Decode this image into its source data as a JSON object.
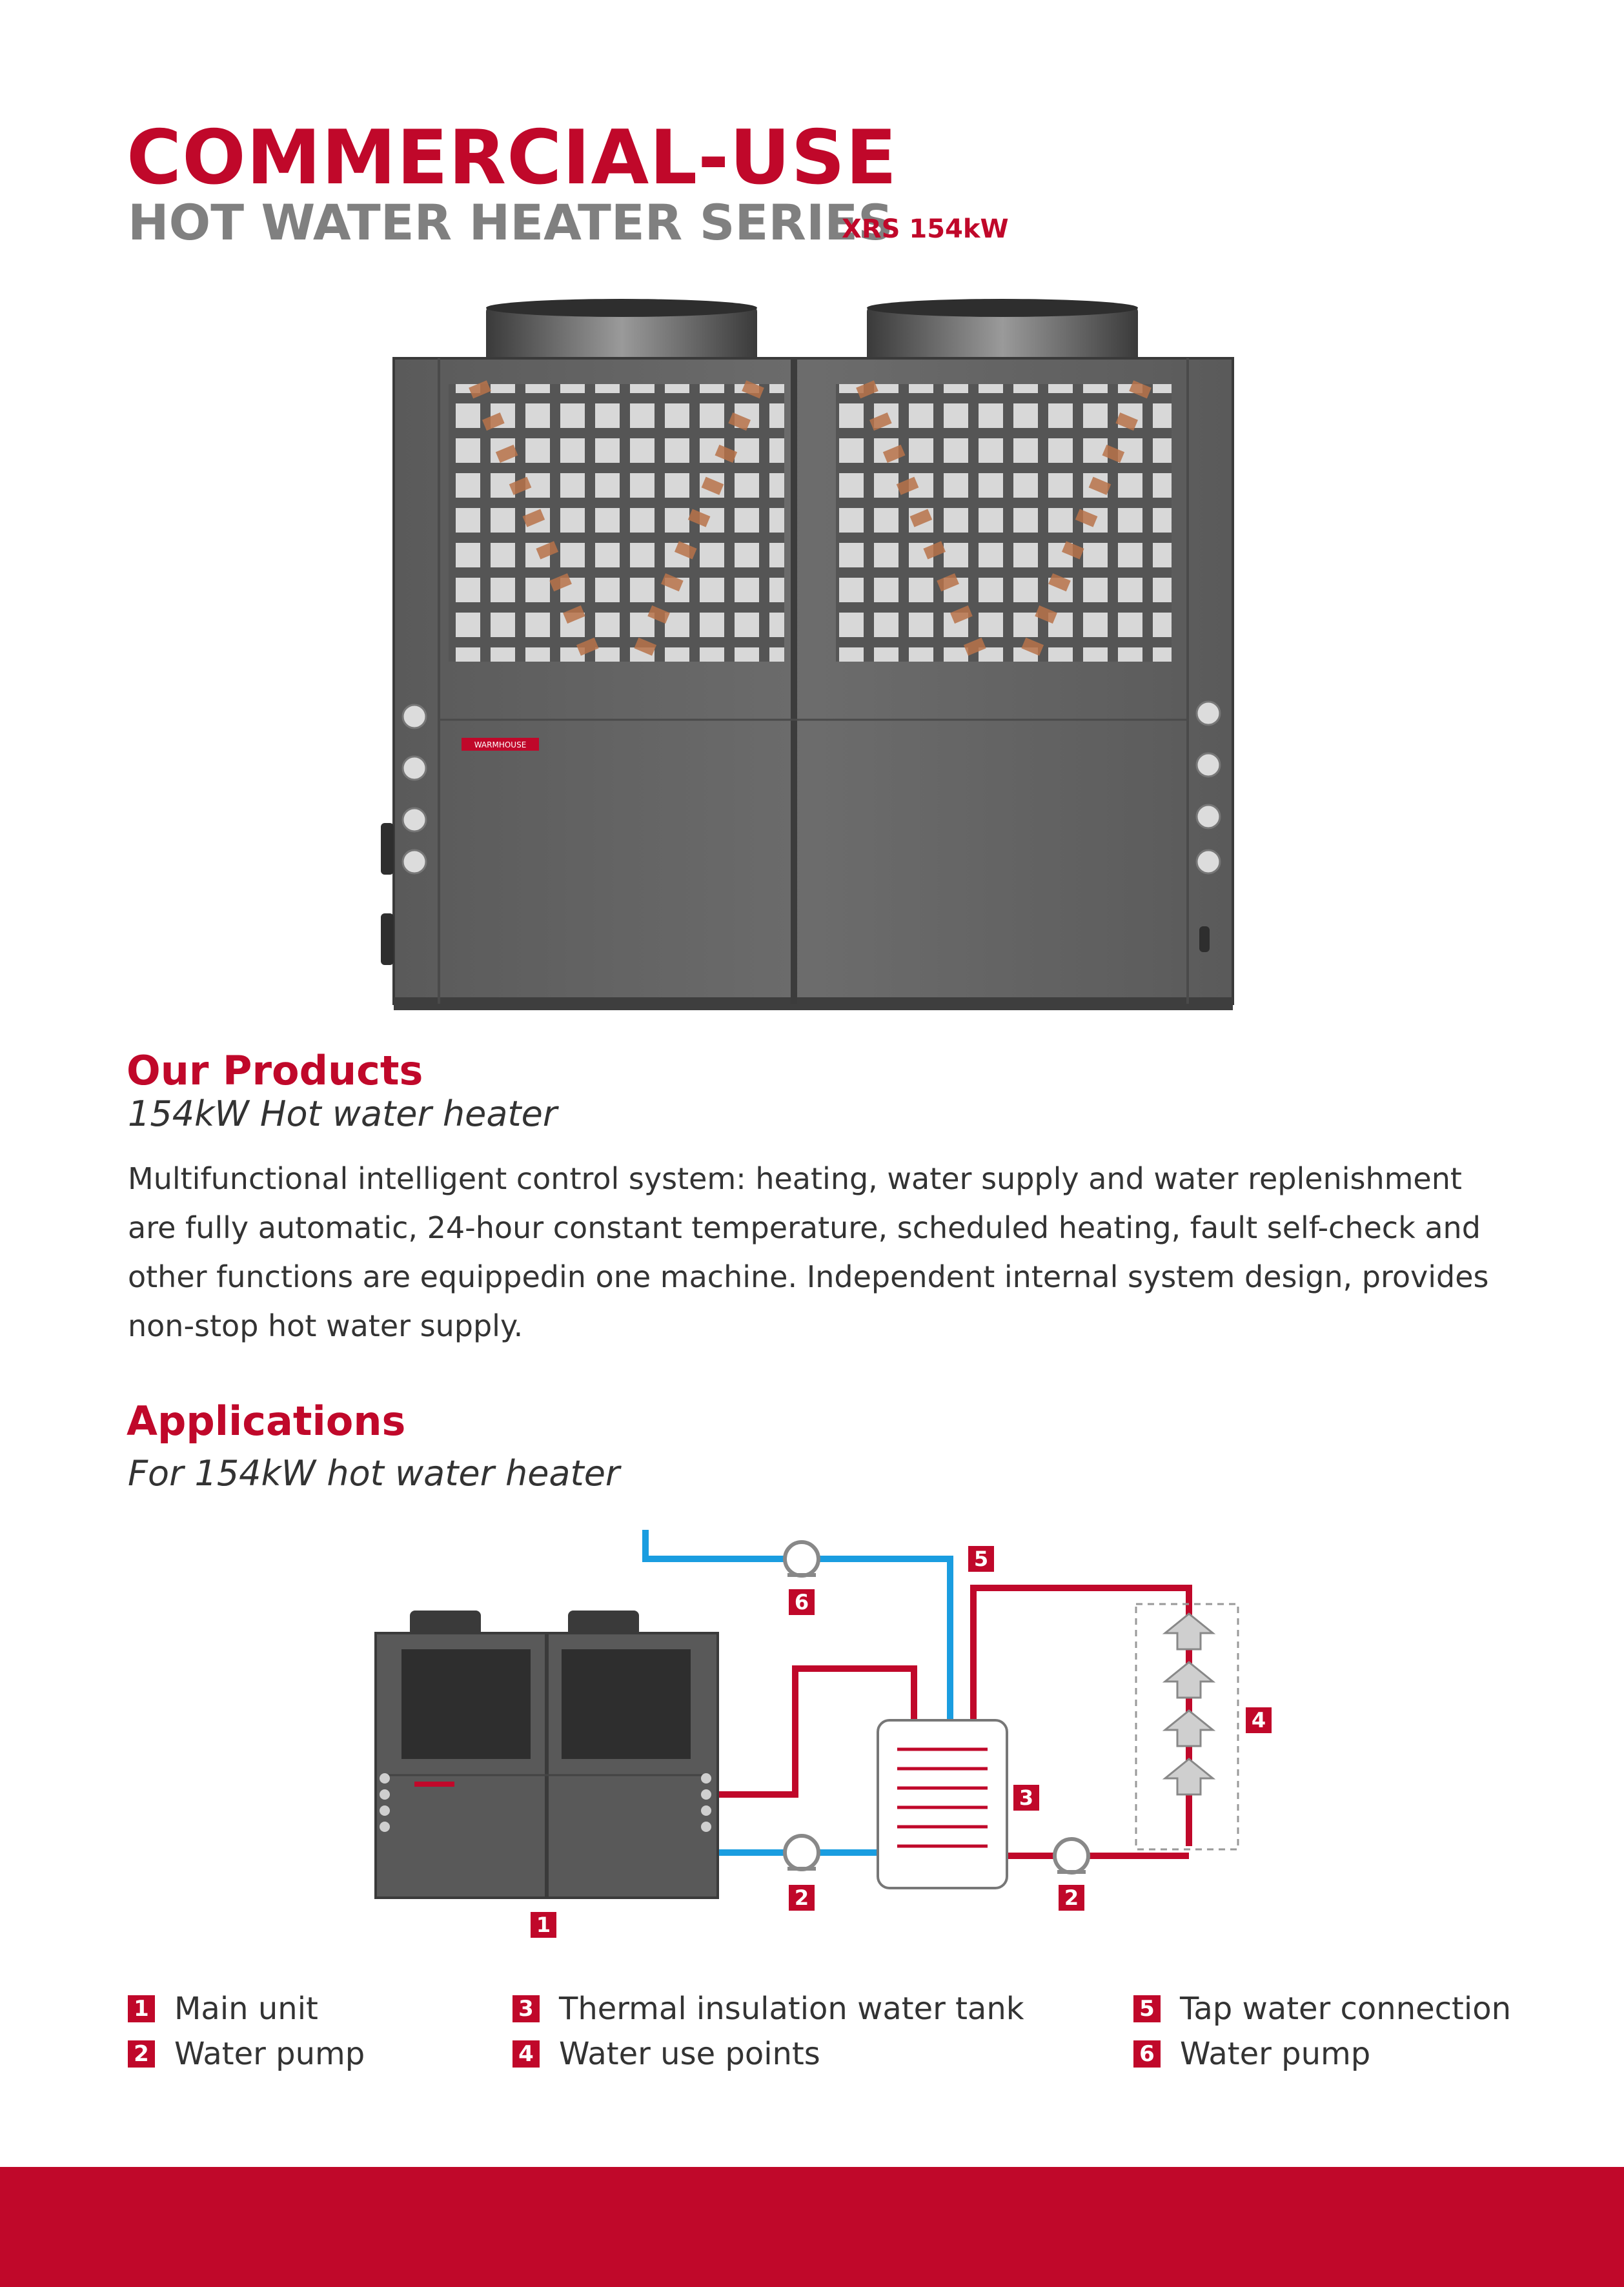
{
  "header": {
    "title": "COMMERCIAL-USE",
    "subtitle": "HOT WATER HEATER SERIES",
    "model": "XRS 154kW"
  },
  "product_image": {
    "brand_label": "WARMHOUSE"
  },
  "products": {
    "heading": "Our  Products",
    "subheading": "154kW Hot water heater",
    "description": "Multifunctional intelligent control system: heating, water supply and water replenishment are fully automatic, 24-hour constant temperature, scheduled heating, fault self-check and other functions are equippedin one machine. Independent internal system design, provides non-stop hot water supply."
  },
  "applications": {
    "heading": "Applications",
    "subheading": "For 154kW hot water heater"
  },
  "diagram": {
    "markers": {
      "main_unit": "1",
      "pump_left": "2",
      "pump_right": "2",
      "tank": "3",
      "use_points": "4",
      "tap": "5",
      "pump_top": "6"
    }
  },
  "legend": [
    {
      "num": "1",
      "label": "Main unit"
    },
    {
      "num": "2",
      "label": "Water pump"
    },
    {
      "num": "3",
      "label": "Thermal insulation water tank"
    },
    {
      "num": "4",
      "label": "Water use points"
    },
    {
      "num": "5",
      "label": "Tap water connection"
    },
    {
      "num": "6",
      "label": "Water pump"
    }
  ],
  "colors": {
    "brand_red": "#c0082a",
    "pipe_blue": "#1a9de0",
    "heading_gray": "#808080"
  }
}
